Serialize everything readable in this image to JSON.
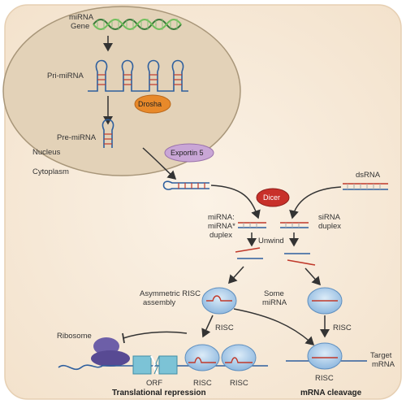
{
  "labels": {
    "mirna_gene_1": "miRNA",
    "mirna_gene_2": "Gene",
    "pri_mirna": "Pri-miRNA",
    "drosha": "Drosha",
    "pre_mirna": "Pre-miRNA",
    "nucleus": "Nucleus",
    "exportin": "Exportin 5",
    "cytoplasm": "Cytoplasm",
    "dsrna": "dsRNA",
    "dicer": "Dicer",
    "mirna_duplex_1": "miRNA:",
    "mirna_duplex_2": "miRNA*",
    "mirna_duplex_3": "duplex",
    "sirna_duplex_1": "siRNA",
    "sirna_duplex_2": "duplex",
    "unwind": "Unwind",
    "asym_1": "Asymmetric RISC",
    "asym_2": "assembly",
    "some_1": "Some",
    "some_2": "miRNA",
    "risc_left": "RISC",
    "risc_right": "RISC",
    "ribosome": "Ribosome",
    "orf": "ORF",
    "risc_bottom_1": "RISC",
    "risc_bottom_2": "RISC",
    "risc_bottom_3": "RISC",
    "target_1": "Target",
    "target_2": "mRNA",
    "translational_repression": "Translational repression",
    "mrna_cleavage": "mRNA cleavage"
  },
  "colors": {
    "cell": "#f7ead9",
    "nucleus": "#e6d6bd",
    "drosha": "#e8892a",
    "dicer": "#c8302a",
    "exportin": "#c9a6d6",
    "risc": "#a9cbe8",
    "ribosome": "#6d5fa8",
    "strand_blue": "#2e5f9e",
    "strand_red": "#c0392b",
    "arrow": "#333333"
  }
}
